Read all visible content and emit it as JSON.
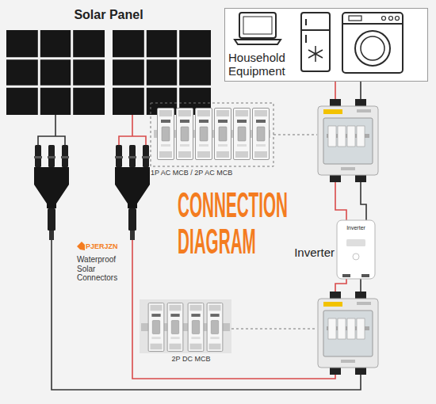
{
  "diagram": {
    "title": "CONNECTION DIAGRAM",
    "nodes": [
      {
        "text": [
          "Household Equipment"
        ]
      },
      {
        "text": [
          "Inverter"
        ]
      }
    ],
    "labels": [
      "Solar Panel",
      "1P AC MCB / 2P AC MCB",
      "Inverter",
      "PJERJZN",
      "Waterproof Solar Connectors",
      "2P DC MCB"
    ]
  }
}
